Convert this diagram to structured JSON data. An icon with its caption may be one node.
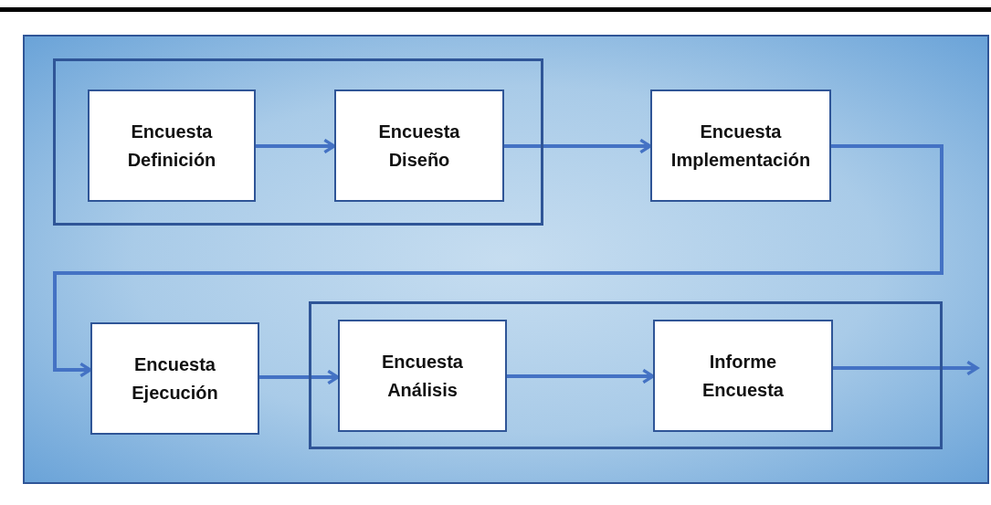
{
  "diagram": {
    "nodes": [
      {
        "text": [],
        "shape": "box"
      },
      {
        "text": [
          "Encuesta Definición"
        ],
        "in": 0
      },
      {
        "text": [
          "Encuesta Diseño"
        ],
        "in": 0
      },
      {
        "text": [
          "Encuesta Implementación"
        ]
      },
      {
        "text": [
          "Encuesta Ejecución"
        ]
      },
      {
        "text": [],
        "shape": "box"
      },
      {
        "text": [
          "Encuesta Análisis"
        ],
        "in": 5
      },
      {
        "text": [
          "Informe Encuesta"
        ],
        "in": 5
      }
    ],
    "edges": [
      {
        "from": 1,
        "to": 2,
        "arrow": "to"
      },
      {
        "from": 2,
        "to": 3,
        "arrow": "to"
      },
      {
        "from": 3,
        "to": 4,
        "arrow": "to"
      },
      {
        "from": 4,
        "to": 6,
        "arrow": "to"
      },
      {
        "from": 6,
        "to": 7,
        "arrow": "to"
      },
      {
        "from": 7,
        "to": null,
        "arrow": "to"
      }
    ]
  }
}
